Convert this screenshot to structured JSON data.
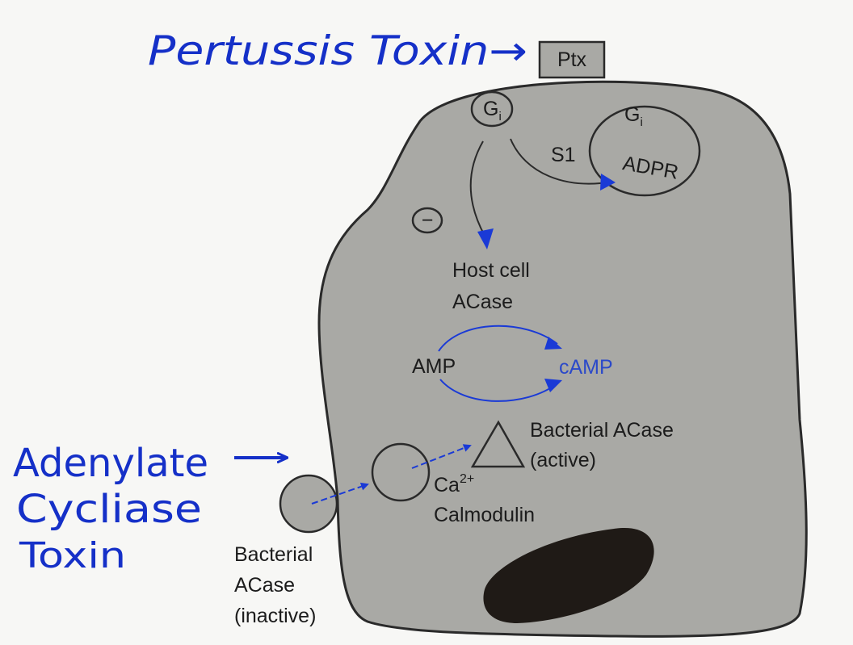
{
  "annotations": {
    "pertussis": "Pertussis Toxin→",
    "adenylate_line1": "Adenylate",
    "adenylate_line2": "Cycliase",
    "adenylate_line3": "Toxin"
  },
  "labels": {
    "ptx": "Ptx",
    "gi": "G",
    "gi_sub": "i",
    "gi_adpr_g": "G",
    "gi_adpr_sub": "i",
    "adpr": "ADPR",
    "s1": "S1",
    "minus": "−",
    "host_cell_line1": "Host cell",
    "host_cell_line2": "ACase",
    "amp": "AMP",
    "camp": "cAMP",
    "bacterial_active_line1": "Bacterial ACase",
    "bacterial_active_line2": "(active)",
    "ca_base": "Ca",
    "ca_sup": "2+",
    "calmodulin": "Calmodulin",
    "bacterial_inactive_line1": "Bacterial",
    "bacterial_inactive_line2": "ACase",
    "bacterial_inactive_line3": "(inactive)"
  },
  "colors": {
    "cell_fill": "#a9a9a5",
    "outline": "#2a2a2a",
    "blue_arrow": "#1a3ad6",
    "handwriting": "#1530c8",
    "nucleus": "#1f1a16"
  }
}
